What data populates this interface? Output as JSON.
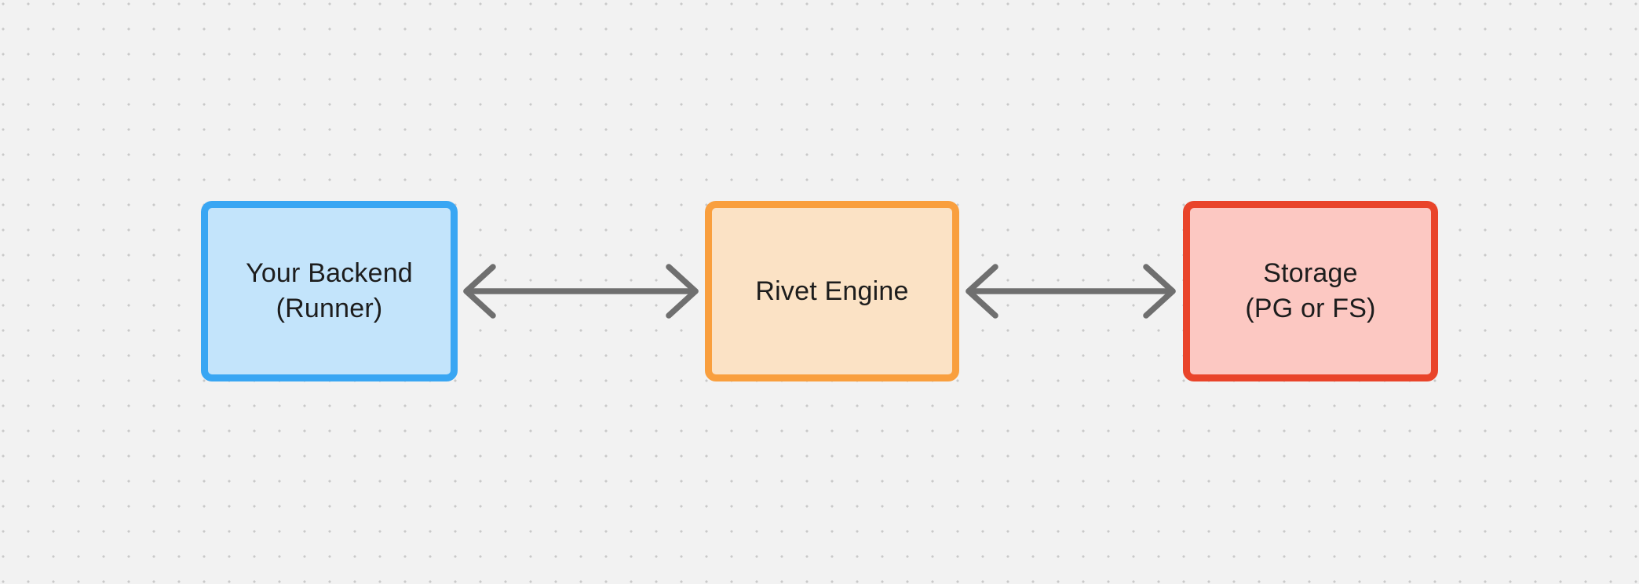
{
  "canvas": {
    "background_color": "#f2f2f2",
    "dot_color": "#c9c9c9",
    "text_color": "#1d1d1d"
  },
  "diagram": {
    "nodes": [
      {
        "id": "your-backend",
        "label_line1": "Your Backend",
        "label_line2": "(Runner)",
        "border_color": "#39a6f3",
        "fill_color": "#c3e4fb"
      },
      {
        "id": "rivet-engine",
        "label_line1": "Rivet Engine",
        "label_line2": "",
        "border_color": "#f99f3e",
        "fill_color": "#fbe2c5"
      },
      {
        "id": "storage",
        "label_line1": "Storage",
        "label_line2": "(PG or FS)",
        "border_color": "#e9442a",
        "fill_color": "#fcc8c2"
      }
    ],
    "connectors": [
      {
        "from": "your-backend",
        "to": "rivet-engine",
        "style": "double-headed-arrow",
        "color": "#6f6f6f"
      },
      {
        "from": "rivet-engine",
        "to": "storage",
        "style": "double-headed-arrow",
        "color": "#6f6f6f"
      }
    ]
  }
}
